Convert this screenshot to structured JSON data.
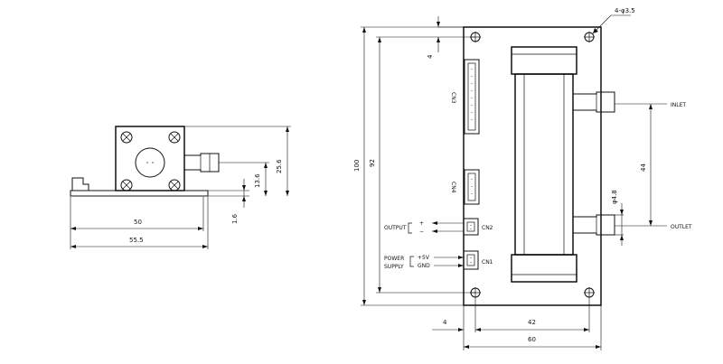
{
  "side_view": {
    "dim_width_inner": "50",
    "dim_width_outer": "55.5",
    "dim_base": "1.6",
    "dim_mid": "13.6",
    "dim_height": "25.6"
  },
  "top_view": {
    "dim_total_height": "100",
    "dim_inner_height": "92",
    "dim_top_gap": "4",
    "dim_hole": "4-φ3.5",
    "dim_port_spacing": "44",
    "dim_port_diameter": "φ4.8",
    "dim_left_margin": "4",
    "dim_hole_spacing": "42",
    "dim_total_width": "60",
    "label_inlet": "INLET",
    "label_outlet": "OUTLET",
    "label_cn1": "CN1",
    "label_cn2": "CN2",
    "label_cn3": "CN3",
    "label_cn4": "CN4",
    "label_output": "OUTPUT",
    "label_power_1": "POWER",
    "label_power_2": "SUPPLY",
    "label_plus5v": "+5V",
    "label_gnd": "GND"
  }
}
